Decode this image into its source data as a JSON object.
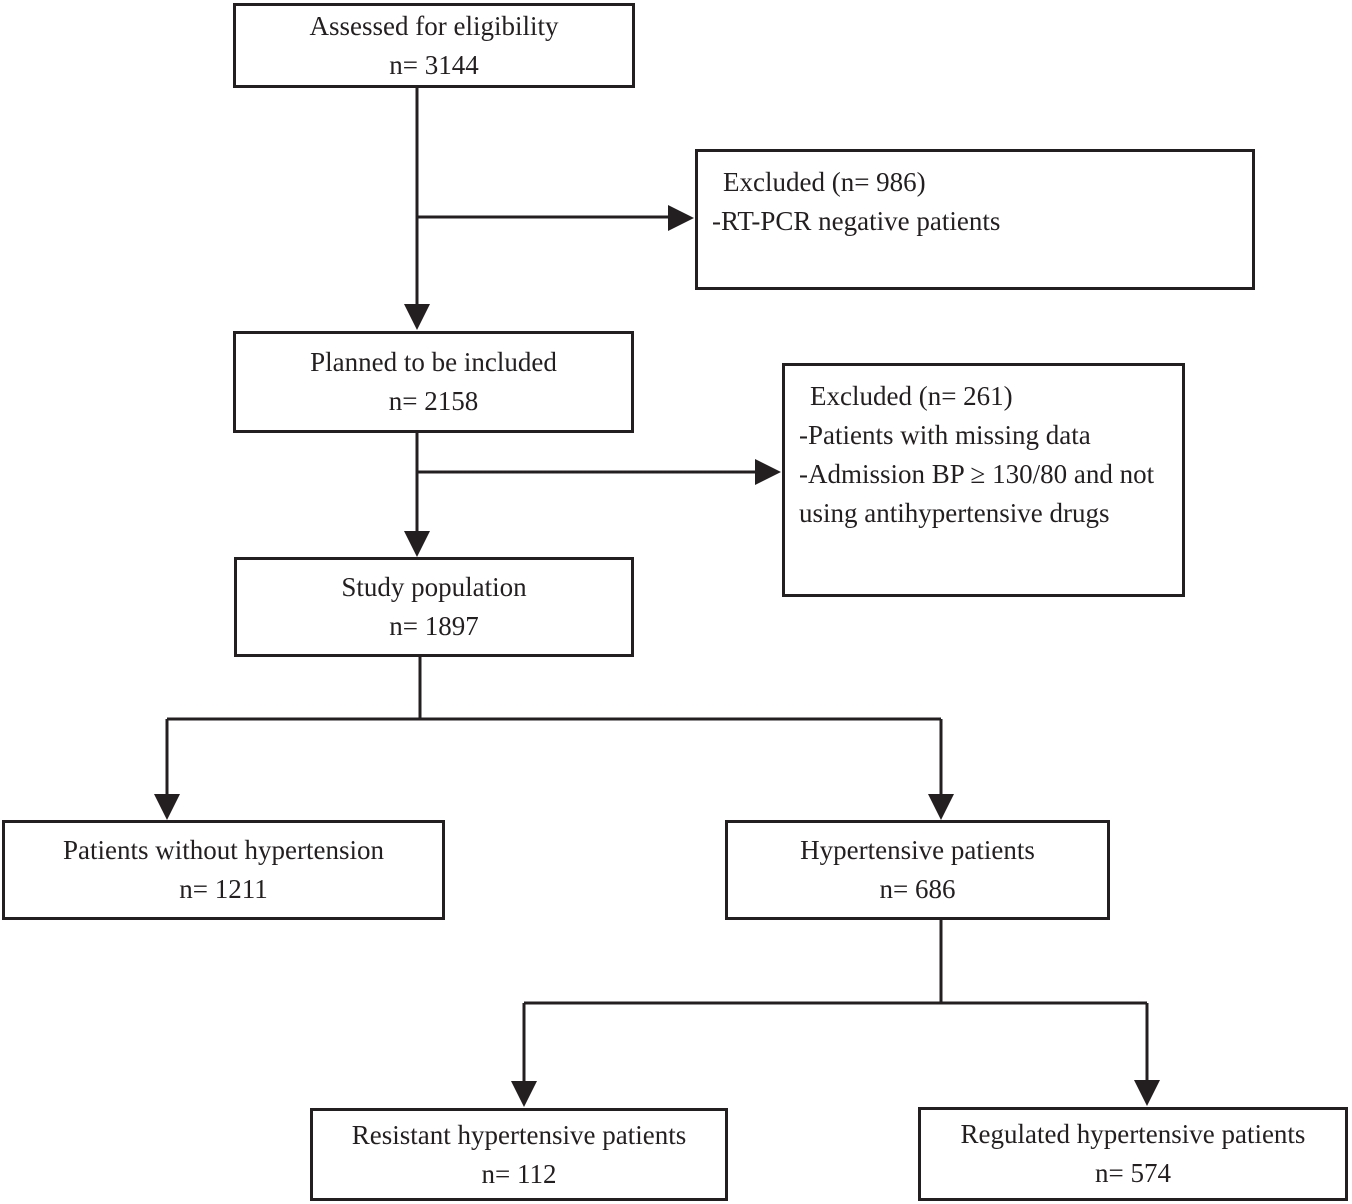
{
  "diagram": {
    "type": "flowchart",
    "colors": {
      "line": "#231f20",
      "box_background": "#ffffff",
      "text": "#231f20"
    },
    "nodes": {
      "assessed": {
        "label": "Assessed for eligibility",
        "n": "n= 3144"
      },
      "excluded1": {
        "title": "Excluded (n= 986)",
        "items": [
          "-RT-PCR negative patients"
        ]
      },
      "planned": {
        "label": "Planned to be included",
        "n": "n= 2158"
      },
      "excluded2": {
        "title": "Excluded (n= 261)",
        "items": [
          "-Patients with missing data",
          "-Admission BP ≥ 130/80 and not using antihypertensive drugs"
        ]
      },
      "study": {
        "label": "Study population",
        "n": "n= 1897"
      },
      "no_htn": {
        "label": "Patients without hypertension",
        "n": "n= 1211"
      },
      "htn": {
        "label": "Hypertensive patients",
        "n": "n= 686"
      },
      "resistant": {
        "label": "Resistant hypertensive patients",
        "n": "n= 112"
      },
      "regulated": {
        "label": "Regulated hypertensive patients",
        "n": "n= 574"
      }
    },
    "edges": [
      {
        "from": "assessed",
        "to": "planned"
      },
      {
        "from": "assessed",
        "to": "excluded1"
      },
      {
        "from": "planned",
        "to": "study"
      },
      {
        "from": "planned",
        "to": "excluded2"
      },
      {
        "from": "study",
        "to": "no_htn"
      },
      {
        "from": "study",
        "to": "htn"
      },
      {
        "from": "htn",
        "to": "resistant"
      },
      {
        "from": "htn",
        "to": "regulated"
      }
    ]
  }
}
